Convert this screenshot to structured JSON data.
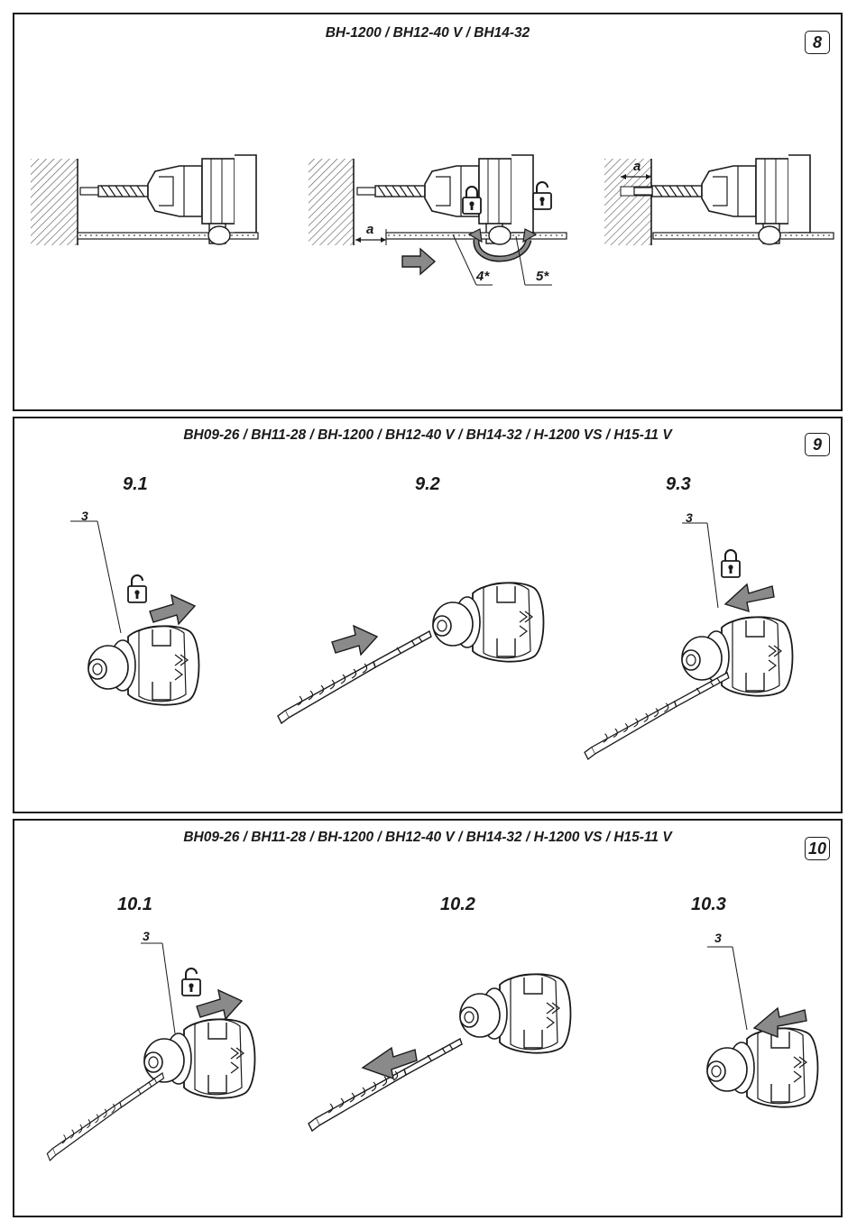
{
  "figure_8": {
    "title": "BH-1200 / BH12-40 V / BH14-32",
    "number": "8",
    "label_a_middle": "a",
    "label_a_right": "a",
    "label_4": "4*",
    "label_5": "5*",
    "icons": [
      "lock-closed-icon",
      "lock-open-icon",
      "rotate-arrow-icon",
      "push-arrow-icon"
    ]
  },
  "figure_9": {
    "title": "BH09-26 / BH11-28 / BH-1200 / BH12-40 V / BH14-32 / H-1200 VS / H15-11 V",
    "number": "9",
    "steps": [
      "9.1",
      "9.2",
      "9.3"
    ],
    "label_3_step1": "3",
    "label_3_step3": "3",
    "icons": [
      "lock-open-icon",
      "lock-closed-icon",
      "arrow-icon"
    ]
  },
  "figure_10": {
    "title": "BH09-26 / BH11-28 / BH-1200 / BH12-40 V / BH14-32 / H-1200 VS / H15-11 V",
    "number": "10",
    "steps": [
      "10.1",
      "10.2",
      "10.3"
    ],
    "label_3_step1": "3",
    "label_3_step3": "3",
    "icons": [
      "lock-open-icon",
      "arrow-icon"
    ]
  },
  "colors": {
    "line": "#1a1a1a",
    "arrow_fill": "#8a8a8a",
    "hatch": "#444444",
    "background": "#ffffff"
  }
}
